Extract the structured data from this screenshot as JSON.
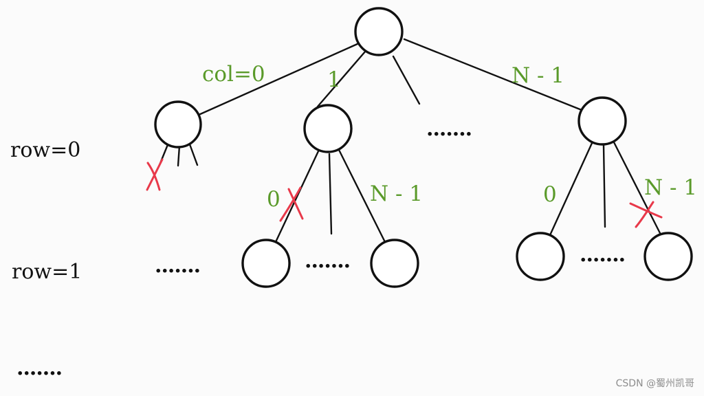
{
  "edge_labels": {
    "root_col0": "col=0",
    "root_col1": "1",
    "root_colN": "N - 1",
    "mid_col0": "0",
    "mid_colN": "N - 1",
    "right_col0": "0",
    "right_colN": "N - 1"
  },
  "row_labels": {
    "row0": "row=0",
    "row1": "row=1"
  },
  "ellipses": {
    "level1": ".......",
    "level2_left": ".......",
    "level2_mid": ".......",
    "level2_right": ".......",
    "more_rows": "......."
  },
  "watermark": "CSDN @蜀州凯哥",
  "colors": {
    "label_green": "#5a9a2a",
    "cross_red": "#e8394a",
    "ink": "#111111"
  }
}
